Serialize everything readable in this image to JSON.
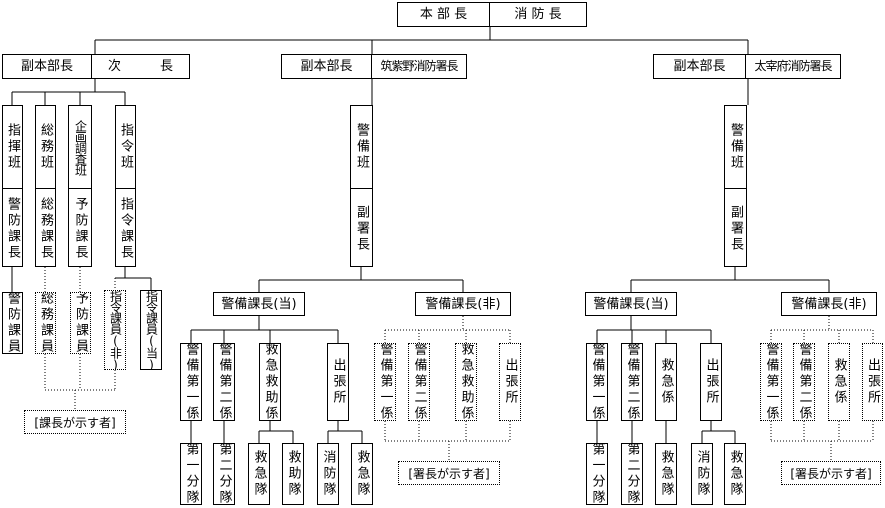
{
  "top": {
    "left": "本 部 長",
    "right": "消 防 長"
  },
  "left": {
    "deputy": {
      "left": "副本部長",
      "right": "次　　　長"
    },
    "cols": [
      {
        "top": "指揮班",
        "bottom": "警防課長",
        "member": "警防課員"
      },
      {
        "top": "総務班",
        "bottom": "総務課長",
        "member": "総務課員"
      },
      {
        "top": "企画調査班",
        "bottom": "予防課長",
        "member": "予防課員"
      },
      {
        "top": "指令班",
        "bottom": "指令課長",
        "member_a": "指令課員(非)",
        "member_b": "指令課員(当)"
      }
    ],
    "note": "[課長が示す者]"
  },
  "center": {
    "deputy": {
      "left": "副本部長",
      "right": "筑紫野消防署長"
    },
    "guard_top": "警備班",
    "guard_bottom": "副署長",
    "duty": {
      "label": "警備課長(当)",
      "units": [
        "警備第一係",
        "警備第二係",
        "救急救助係",
        "出張所"
      ],
      "subs": [
        "第一分隊",
        "第二分隊",
        "救急隊",
        "救助隊",
        "消防隊",
        "救急隊"
      ]
    },
    "off": {
      "label": "警備課長(非)",
      "units": [
        "警備第一係",
        "警備第二係",
        "救急救助係",
        "出張所"
      ],
      "note": "[署長が示す者]"
    }
  },
  "right": {
    "deputy": {
      "left": "副本部長",
      "right": "太宰府消防署長"
    },
    "guard_top": "警備班",
    "guard_bottom": "副署長",
    "duty": {
      "label": "警備課長(当)",
      "units": [
        "警備第一係",
        "警備第二係",
        "救急係",
        "出張所"
      ],
      "subs": [
        "第一分隊",
        "第二分隊",
        "救急隊",
        "消防隊",
        "救急隊"
      ]
    },
    "off": {
      "label": "警備課長(非)",
      "units": [
        "警備第一係",
        "警備第二係",
        "救急係",
        "出張所"
      ],
      "note": "[署長が示す者]"
    }
  }
}
